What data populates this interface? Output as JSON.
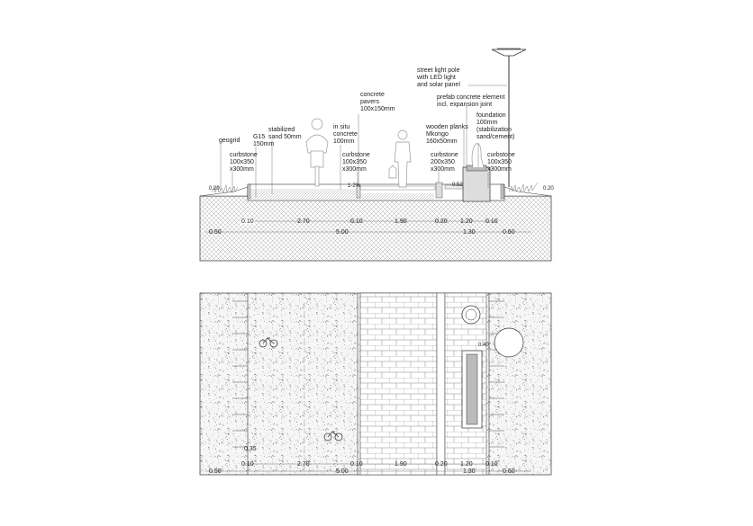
{
  "section": {
    "labels": {
      "light_pole": [
        "street light pole",
        "with LED light",
        "and solar panel"
      ],
      "pavers": [
        "concrete",
        "pavers",
        "100x150mm"
      ],
      "prefab": [
        "prefab concrete element",
        "incl. expansion joint"
      ],
      "foundation": [
        "foundation",
        "100mm",
        "(stabilization",
        "sand/cement)"
      ],
      "in_situ": [
        "in situ",
        "concrete",
        "100mm"
      ],
      "stabilized": [
        "stabilized",
        "sand 50mm"
      ],
      "g15": [
        "G15",
        "150mm"
      ],
      "wooden": [
        "wooden planks",
        "Mkongo",
        "160x50mm"
      ],
      "geogrid": "geogrid",
      "curb1": [
        "curbstone",
        "100x350",
        "x300mm"
      ],
      "curb2": [
        "curbstone",
        "100x350",
        "x300mm"
      ],
      "curb3": [
        "curbstone",
        "200x350",
        "x300mm"
      ],
      "curb4": [
        "curbstone",
        "100x350",
        "x300mm"
      ],
      "slope": "1-2%",
      "height_052": "0.52",
      "left_020": "0.20",
      "right_020": "0.20"
    },
    "dims_row1": [
      "0.10",
      "2.70",
      "0.10",
      "1.90",
      "0.20",
      "1.20",
      "0.10"
    ],
    "dims_row2": [
      "0.50",
      "5.00",
      "1.30",
      "0.60"
    ]
  },
  "plan": {
    "circle_dim": "0.40",
    "edge_dim": "0.35",
    "dims_row1": [
      "0.10",
      "2.70",
      "0.10",
      "1.90",
      "0.20",
      "1.20",
      "0.10"
    ],
    "dims_row2": [
      "0.50",
      "5.00",
      "1.30",
      "0.60"
    ]
  }
}
